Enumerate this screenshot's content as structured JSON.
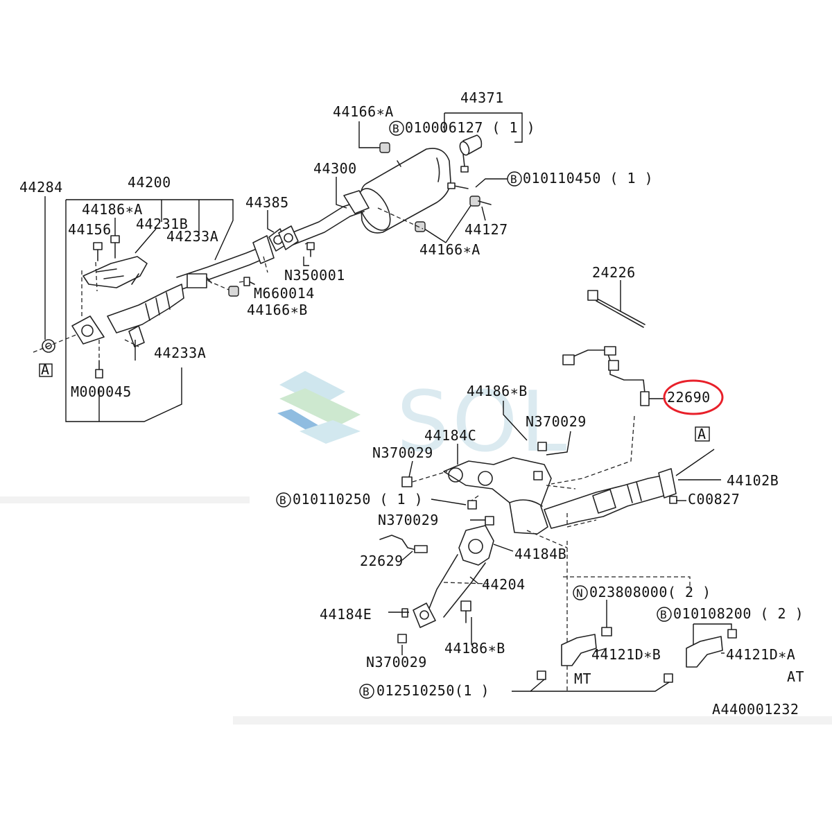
{
  "labels": {
    "p44371": "44371",
    "p44166A_top": "44166∗A",
    "p010006127": "010006127 ( 1  )",
    "p44300": "44300",
    "p010110450": "010110450 ( 1  )",
    "p44284": "44284",
    "p44200": "44200",
    "p44385": "44385",
    "p44127": "44127",
    "p44186A": "44186∗A",
    "p44231B": "44231B",
    "p44156": "44156",
    "p44233A_top": "44233A",
    "p44166A_bot": "44166∗A",
    "pN350001": "N350001",
    "pM660014": "M660014",
    "p44166B": "44166∗B",
    "p24226": "24226",
    "p44233A_bot": "44233A",
    "pA_left": "A",
    "pM000045": "M000045",
    "p44186B_top": "44186∗B",
    "p22690": "22690",
    "pN370029_r": "N370029",
    "p44184C": "44184C",
    "pA_right": "A",
    "pN370029_l": "N370029",
    "p44102B": "44102B",
    "p010110250": "010110250 ( 1   )",
    "pC00827": "C00827",
    "pN370029_m": "N370029",
    "p44184B": "44184B",
    "p22629": "22629",
    "p44204": "44204",
    "p023808000": "023808000( 2  )",
    "p44184E": "44184E",
    "p010108200": "010108200  ( 2  )",
    "p44186B_bot": "44186∗B",
    "pN370029_b": "N370029",
    "p44121DB": "44121D∗B",
    "p44121DA": "44121D∗A",
    "pMT": "MT",
    "pAT": "AT",
    "p012510250": "012510250(1   )",
    "pRef": "A440001232"
  },
  "circled": {
    "b1": "B",
    "b2": "B",
    "b3": "B",
    "b4": "B",
    "b5": "B",
    "n1": "N"
  },
  "watermark": {
    "text": "SOL"
  },
  "colors": {
    "highlight": "#e8202a",
    "watermark": "#b8dbe6",
    "watermark_blue": "#7fb0d9"
  }
}
